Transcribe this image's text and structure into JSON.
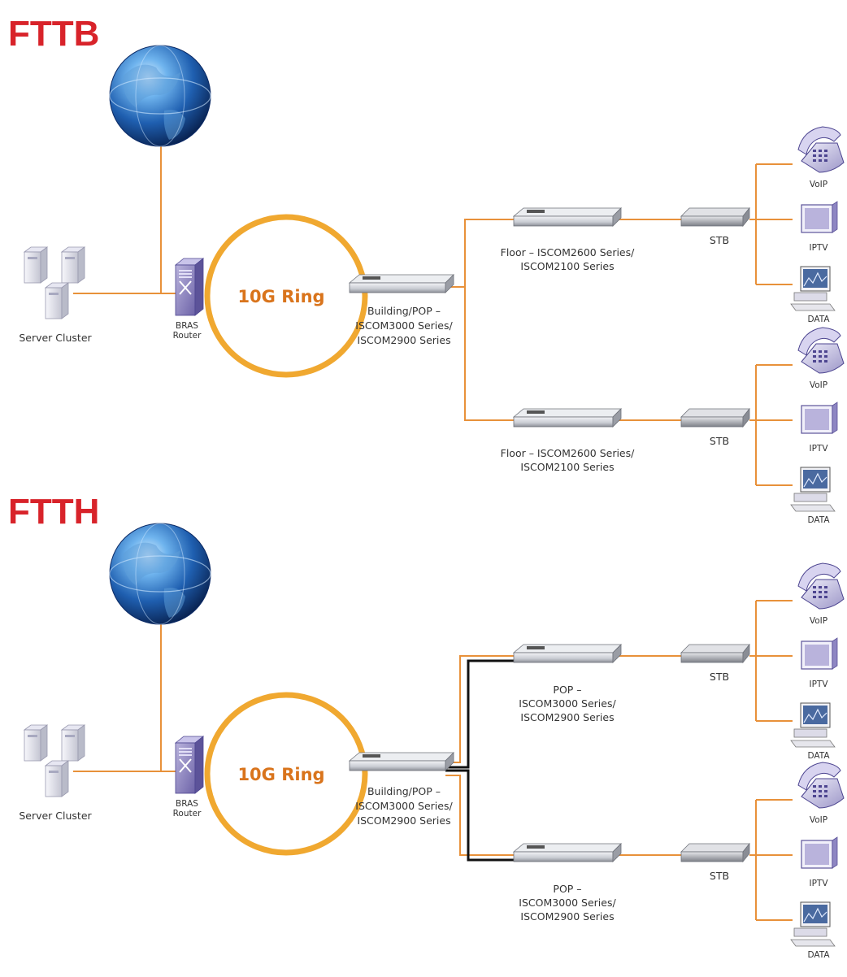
{
  "colors": {
    "title": "#d8232a",
    "link": "#e8913a",
    "ring": "#f0a830",
    "ring_text": "#d9741c",
    "fiber": "#111111",
    "device": "#c9ccd3",
    "globe": "#1f5fb0"
  },
  "icons": {
    "internet": "globe-icon",
    "servers": "server-tower-icon",
    "router": "router-icon",
    "switch": "switch-icon",
    "stb": "set-top-box-icon",
    "phone": "telephone-icon",
    "tv": "monitor-icon",
    "pc": "desktop-computer-icon"
  },
  "sections": [
    {
      "title": "FTTB",
      "server_label": "Server Cluster",
      "router_label": [
        "BRAS",
        "Router"
      ],
      "ring_label": "10G Ring",
      "building_label": [
        "Building/POP –",
        "ISCOM3000 Series/",
        "ISCOM2900 Series"
      ],
      "branches": [
        {
          "switch_label": [
            "Floor – ISCOM2600 Series/",
            "ISCOM2100 Series"
          ],
          "stb_label": "STB",
          "endpoints": [
            "VoIP",
            "IPTV",
            "DATA"
          ]
        },
        {
          "switch_label": [
            "Floor – ISCOM2600 Series/",
            "ISCOM2100 Series"
          ],
          "stb_label": "STB",
          "endpoints": [
            "VoIP",
            "IPTV",
            "DATA"
          ]
        }
      ]
    },
    {
      "title": "FTTH",
      "server_label": "Server Cluster",
      "router_label": [
        "BRAS",
        "Router"
      ],
      "ring_label": "10G Ring",
      "building_label": [
        "Building/POP –",
        "ISCOM3000 Series/",
        "ISCOM2900 Series"
      ],
      "branches": [
        {
          "switch_label": [
            "POP –",
            "ISCOM3000 Series/",
            "ISCOM2900 Series"
          ],
          "stb_label": "STB",
          "endpoints": [
            "VoIP",
            "IPTV",
            "DATA"
          ]
        },
        {
          "switch_label": [
            "POP –",
            "ISCOM3000 Series/",
            "ISCOM2900 Series"
          ],
          "stb_label": "STB",
          "endpoints": [
            "VoIP",
            "IPTV",
            "DATA"
          ]
        }
      ]
    }
  ]
}
